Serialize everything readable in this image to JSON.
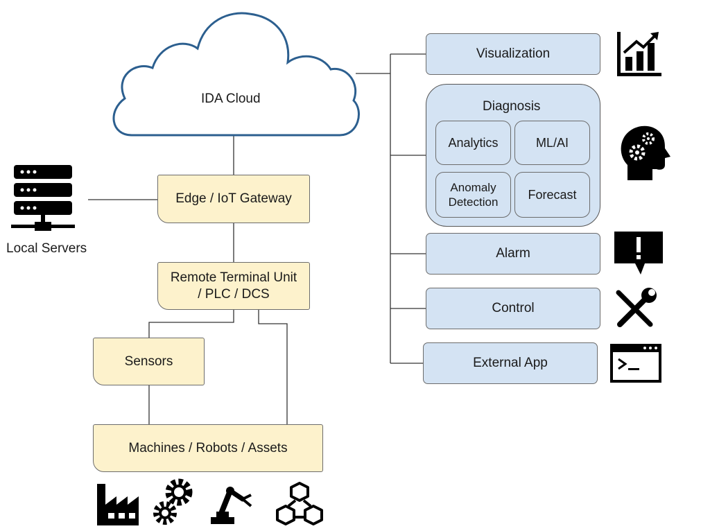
{
  "cloud": {
    "label": "IDA Cloud"
  },
  "local_servers": {
    "label": "Local Servers"
  },
  "edge_gateway": {
    "label": "Edge / IoT Gateway"
  },
  "rtu": {
    "line1": "Remote Terminal Unit",
    "line2": "/ PLC / DCS"
  },
  "sensors": {
    "label": "Sensors"
  },
  "machines": {
    "label": "Machines / Robots / Assets"
  },
  "services": {
    "visualization": "Visualization",
    "diagnosis": {
      "title": "Diagnosis",
      "analytics": "Analytics",
      "ml_ai": "ML/AI",
      "anomaly_line1": "Anomaly",
      "anomaly_line2": "Detection",
      "forecast": "Forecast"
    },
    "alarm": "Alarm",
    "control": "Control",
    "external_app": "External App"
  },
  "icons": {
    "server": "server-rack-icon",
    "chart": "bar-chart-icon",
    "brain": "head-gears-icon",
    "alarm": "alert-bubble-icon",
    "control": "tools-icon",
    "terminal": "terminal-icon",
    "factory": "factory-icon",
    "gears": "gears-icon",
    "robot": "robot-arm-icon",
    "network": "cube-network-icon"
  },
  "colors": {
    "asset_box": "#fdf2cc",
    "service_box": "#d4e3f3",
    "cloud_stroke": "#2c5f8f"
  }
}
